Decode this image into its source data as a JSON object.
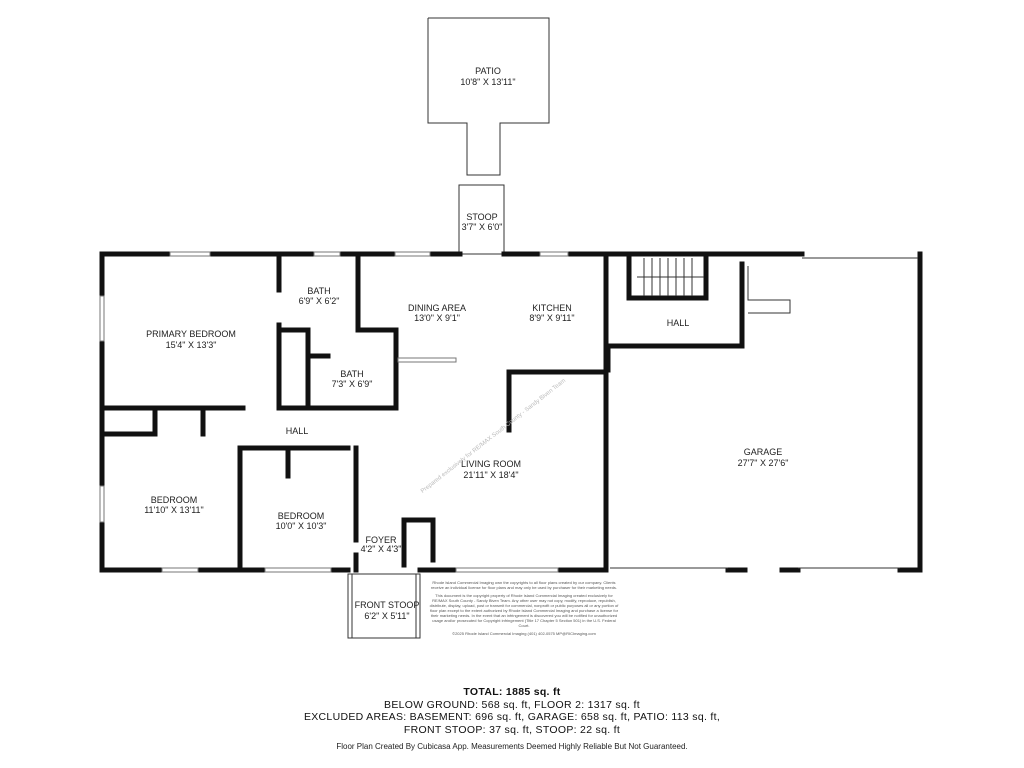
{
  "rooms": {
    "patio": {
      "label": "PATIO",
      "dim": "10'8\" X 13'11\""
    },
    "stoop": {
      "label": "STOOP",
      "dim": "3'7\" X 6'0\""
    },
    "bath_upper": {
      "label": "BATH",
      "dim": "6'9\" X 6'2\""
    },
    "dining": {
      "label": "DINING AREA",
      "dim": "13'0\" X 9'1\""
    },
    "kitchen": {
      "label": "KITCHEN",
      "dim": "8'9\" X 9'11\""
    },
    "hall_right": {
      "label": "HALL"
    },
    "primary_bedroom": {
      "label": "PRIMARY BEDROOM",
      "dim": "15'4\" X 13'3\""
    },
    "bath_lower": {
      "label": "BATH",
      "dim": "7'3\" X 6'9\""
    },
    "hall_left": {
      "label": "HALL"
    },
    "garage": {
      "label": "GARAGE",
      "dim": "27'7\" X 27'6\""
    },
    "living_room": {
      "label": "LIVING ROOM",
      "dim": "21'11\" X 18'4\""
    },
    "bedroom_left": {
      "label": "BEDROOM",
      "dim": "11'10\" X 13'11\""
    },
    "bedroom_mid": {
      "label": "BEDROOM",
      "dim": "10'0\" X 10'3\""
    },
    "foyer": {
      "label": "FOYER",
      "dim": "4'2\" X 4'3\""
    },
    "front_stoop": {
      "label": "FRONT STOOP",
      "dim": "6'2\" X 5'11\""
    }
  },
  "watermark": "Prepared exclusively for RE/MAX South County - Sandy Biven Team",
  "copyright": {
    "p1": "Rhode Island Commercial Imaging own the copyrights to all floor plans created by our company. Clients receive an individual license for floor plans and may only be used by purchaser for their marketing needs.",
    "p2": "This document is the copyright property of Rhode Island Commercial Imaging created exclusively for RE/MAX South County - Sandy Biven Team. Any other user may not copy, modify, reproduce, republish, distribute, display, upload, post or transmit for commercial, nonprofit or public purposes all or any portion of floor plan except to the extent authorized by Rhode Island Commercial Imaging and purchase a license for their marketing needs. In the event that an infringement is discovered you will be notified for unauthorized usage and/or prosecuted for Copyright infringement (Title 17 Chapter 5 Section 501) in the U.S. Federal Court.",
    "p3": "©2025 Rhode Island Commercial Imaging (401) 402-0575 MP@RICImaging.com"
  },
  "totals": {
    "total": "TOTAL: 1885 sq. ft",
    "line2": "BELOW GROUND: 568 sq. ft, FLOOR 2: 1317 sq. ft",
    "line3": "EXCLUDED AREAS: BASEMENT: 696 sq. ft, GARAGE: 658 sq. ft, PATIO: 113 sq. ft,",
    "line4": "FRONT STOOP: 37 sq. ft, STOOP: 22 sq. ft"
  },
  "disclaimer": "Floor Plan Created By Cubicasa App. Measurements Deemed Highly Reliable But Not Guaranteed."
}
